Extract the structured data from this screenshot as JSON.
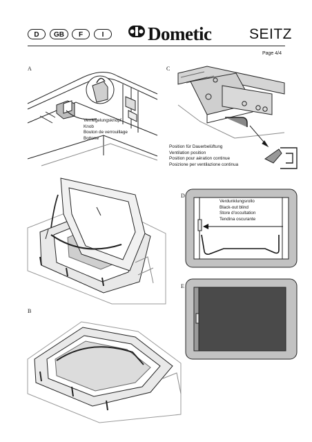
{
  "header": {
    "languages": [
      "D",
      "GB",
      "F",
      "I"
    ],
    "brand": "Dometic",
    "brand_suffix": "SEITZ",
    "page": "Page 4/4"
  },
  "sections": {
    "a": "A",
    "b": "B",
    "c": "C",
    "d": "D",
    "e": "E"
  },
  "captions": {
    "knob": [
      "Verriegelungsknopf",
      "Knob",
      "Bouton de verrouillage",
      "Bottone"
    ],
    "ventilation": [
      "Position für Dauerbelüftung",
      "Ventilation position",
      "Position pour aération continue",
      "Posizione per ventilazione continua"
    ],
    "blind": [
      "Verdunklungsrollo",
      "Black-out blind",
      "Store d'occultation",
      "Tendina oscurante"
    ]
  },
  "colors": {
    "ink": "#111111",
    "frame_gray": "#b9b9b9",
    "blind_dark": "#4a4a4a",
    "ring_shade": "#e0e0e0"
  }
}
